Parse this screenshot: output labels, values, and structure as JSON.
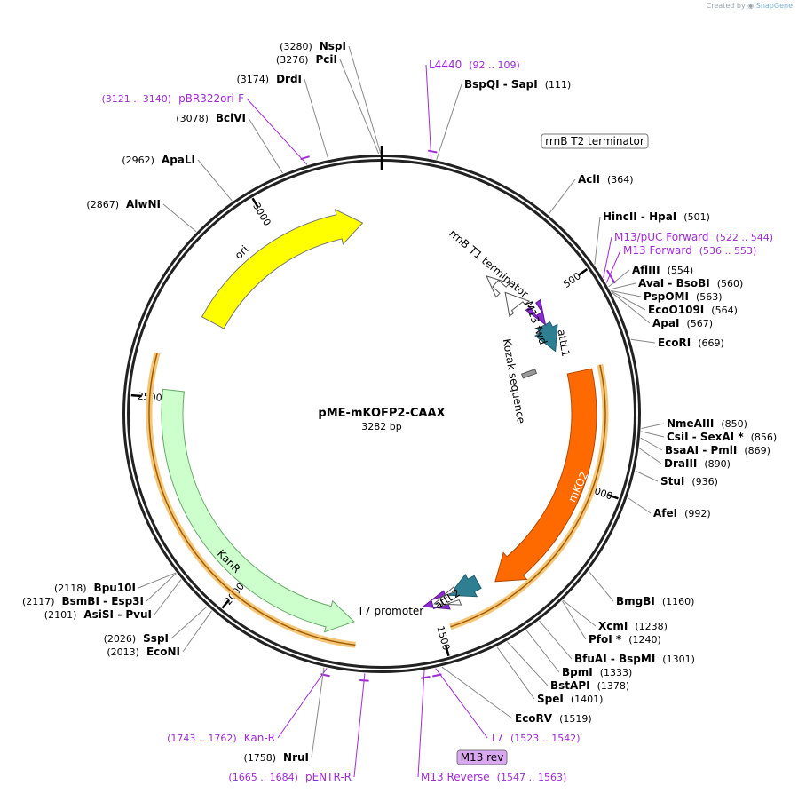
{
  "brand": {
    "created_by": "Created by",
    "name": "SnapGene"
  },
  "plasmid": {
    "name": "pME-mKOFP2-CAAX",
    "size_label": "3282 bp",
    "length": 3282
  },
  "colors": {
    "backbone": "#222222",
    "primer": "#a02bd6",
    "site_text": "#000000",
    "ori": "#ffff00",
    "mko2": "#ff6a00",
    "kanr": "#ccffcc",
    "att": "#2f7f93",
    "terminator": "#ffffff",
    "highlight": "#f5c77a",
    "m13_fwd": "#8d2bd6"
  },
  "ticks": [
    "500",
    "1000",
    "1500",
    "2000",
    "2500",
    "3000"
  ],
  "sites": [
    {
      "name": "NspI",
      "pos_label": "(3280)"
    },
    {
      "name": "PciI",
      "pos_label": "(3276)"
    },
    {
      "name": "DrdI",
      "pos_label": "(3174)"
    },
    {
      "name": "BclVI",
      "pos_label": "(3078)"
    },
    {
      "name": "ApaLI",
      "pos_label": "(2962)"
    },
    {
      "name": "AlwNI",
      "pos_label": "(2867)"
    },
    {
      "name": "BspQI - SapI",
      "pos_label": "(111)"
    },
    {
      "name": "AclI",
      "pos_label": "(364)"
    },
    {
      "name": "HincII - HpaI",
      "pos_label": "(501)"
    },
    {
      "name": "AflIII",
      "pos_label": "(554)"
    },
    {
      "name": "AvaI - BsoBI",
      "pos_label": "(560)"
    },
    {
      "name": "PspOMI",
      "pos_label": "(563)"
    },
    {
      "name": "EcoO109I",
      "pos_label": "(564)"
    },
    {
      "name": "ApaI",
      "pos_label": "(567)"
    },
    {
      "name": "EcoRI",
      "pos_label": "(669)"
    },
    {
      "name": "NmeAIII",
      "pos_label": "(850)"
    },
    {
      "name": "CsiI - SexAI *",
      "pos_label": "(856)"
    },
    {
      "name": "BsaAI - PmlI",
      "pos_label": "(869)"
    },
    {
      "name": "DraIII",
      "pos_label": "(890)"
    },
    {
      "name": "StuI",
      "pos_label": "(936)"
    },
    {
      "name": "AfeI",
      "pos_label": "(992)"
    },
    {
      "name": "BmgBI",
      "pos_label": "(1160)"
    },
    {
      "name": "XcmI",
      "pos_label": "(1238)"
    },
    {
      "name": "PfoI *",
      "pos_label": "(1240)"
    },
    {
      "name": "BfuAI - BspMI",
      "pos_label": "(1301)"
    },
    {
      "name": "BpmI",
      "pos_label": "(1333)"
    },
    {
      "name": "BstAPI",
      "pos_label": "(1378)"
    },
    {
      "name": "SpeI",
      "pos_label": "(1401)"
    },
    {
      "name": "EcoRV",
      "pos_label": "(1519)"
    },
    {
      "name": "NruI",
      "pos_label": "(1758)"
    },
    {
      "name": "EcoNI",
      "pos_label": "(2013)"
    },
    {
      "name": "SspI",
      "pos_label": "(2026)"
    },
    {
      "name": "AsiSI - PvuI",
      "pos_label": "(2101)"
    },
    {
      "name": "BsmBI - Esp3I",
      "pos_label": "(2117)"
    },
    {
      "name": "Bpu10I",
      "pos_label": "(2118)"
    }
  ],
  "primers": [
    {
      "name": "L4440",
      "range": "(92 .. 109)"
    },
    {
      "name": "pBR322ori-F",
      "range": "(3121 .. 3140)"
    },
    {
      "name": "M13/pUC Forward",
      "range": "(522 .. 544)"
    },
    {
      "name": "M13 Forward",
      "range": "(536 .. 553)"
    },
    {
      "name": "Kan-R",
      "range": "(1743 .. 1762)"
    },
    {
      "name": "pENTR-R",
      "range": "(1665 .. 1684)"
    },
    {
      "name": "T7",
      "range": "(1523 .. 1542)"
    },
    {
      "name": "M13 Reverse",
      "range": "(1547 .. 1563)"
    }
  ],
  "features": [
    {
      "name": "ori"
    },
    {
      "name": "mKO2"
    },
    {
      "name": "KanR"
    },
    {
      "name": "attL1"
    },
    {
      "name": "attL2"
    },
    {
      "name": "rrnB T1 terminator"
    },
    {
      "name": "rrnB T2 terminator"
    },
    {
      "name": "M13 fwd"
    },
    {
      "name": "Kozak sequence"
    },
    {
      "name": "T7 promoter"
    },
    {
      "name": "M13 rev"
    }
  ]
}
